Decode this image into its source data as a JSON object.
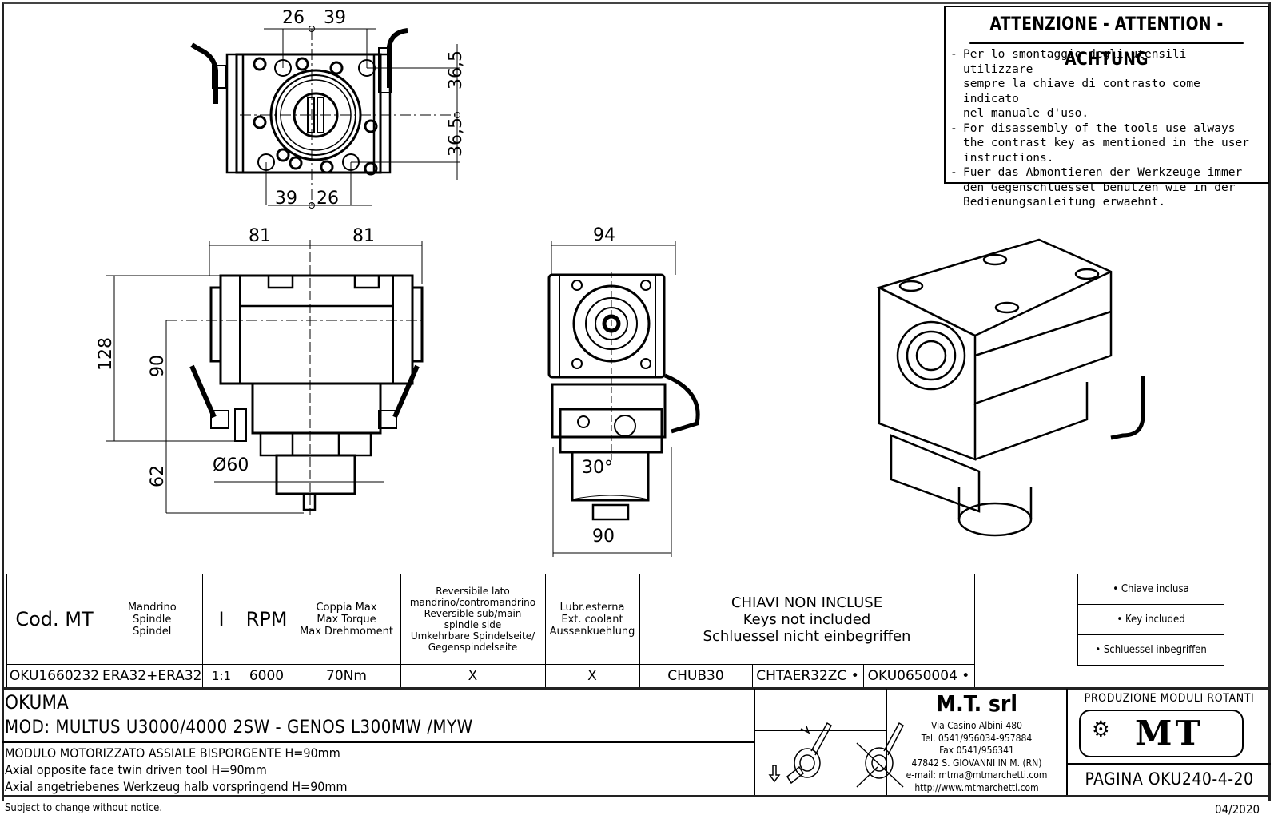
{
  "warning": {
    "title": "ATTENZIONE - ATTENTION - ACHTUNG",
    "items": [
      {
        "lines": [
          "Per lo smontaggio degli utensili utilizzare",
          "sempre la chiave di contrasto come indicato",
          "nel manuale d'uso."
        ]
      },
      {
        "lines": [
          "For disassembly of the tools use always",
          "the contrast key as mentioned in the user",
          "instructions."
        ]
      },
      {
        "lines": [
          "Fuer das Abmontieren der Werkzeuge immer",
          "den Gegenschluessel benutzen wie in der",
          "Bedienungsanleitung erwaehnt."
        ]
      }
    ]
  },
  "dimensions": {
    "top_view": {
      "top_left": "26",
      "top_right": "39",
      "bottom_left": "39",
      "bottom_right": "26",
      "right_upper": "36,5",
      "right_lower": "36,5"
    },
    "front_view": {
      "width_left": "81",
      "width_right": "81",
      "height_total": "128",
      "center_height": "90",
      "shank_length": "62",
      "shank_diameter": "Ø60"
    },
    "side_view": {
      "width_top": "94",
      "width_bottom": "90",
      "angle": "30°"
    }
  },
  "spec_table": {
    "headers": {
      "code": "Cod. MT",
      "spindle": [
        "Mandrino",
        "Spindle",
        "Spindel"
      ],
      "ratio": "I",
      "rpm": "RPM",
      "torque": [
        "Coppia Max",
        "Max Torque",
        "Max Drehmoment"
      ],
      "reversible": [
        "Reversibile lato",
        "mandrino/contromandrino",
        "Reversible sub/main",
        "spindle side",
        "Umkehrbare Spindelseite/",
        "Gegenspindelseite"
      ],
      "coolant": [
        "Lubr.esterna",
        "Ext. coolant",
        "Aussenkuehlung"
      ],
      "keys": [
        "CHIAVI NON INCLUSE",
        "Keys not included",
        "Schluessel nicht einbegriffen"
      ]
    },
    "row": {
      "code": "OKU1660232",
      "spindle": "ERA32+ERA32",
      "ratio": "1:1",
      "rpm": "6000",
      "torque": "70Nm",
      "reversible": "X",
      "coolant": "X",
      "key1": "CHUB30",
      "key2": "CHTAER32ZC •",
      "key3": "OKU0650004 •"
    }
  },
  "keys_legend": [
    "• Chiave inclusa",
    "• Key included",
    "• Schluessel inbegriffen"
  ],
  "title_block": {
    "brand": "OKUMA",
    "model": "MOD: MULTUS U3000/4000 2SW  - GENOS L300MW /MYW",
    "desc_it": "MODULO MOTORIZZATO ASSIALE BISPORGENTE H=90mm",
    "desc_en": "Axial opposite face twin driven tool H=90mm",
    "desc_de": "Axial angetriebenes Werkzeug halb vorspringend H=90mm",
    "company": "M.T. srl",
    "address": [
      "Via Casino Albini 480",
      "Tel. 0541/956034-957884",
      "Fax 0541/956341",
      "47842 S. GIOVANNI IN M. (RN)",
      "e-mail: mtma@mtmarchetti.com",
      "http://www.mtmarchetti.com"
    ],
    "production": "PRODUZIONE MODULI ROTANTI",
    "logo_text": "MT",
    "page": "PAGINA OKU240-4-20"
  },
  "footer": {
    "notice": "Subject to change without notice.",
    "date": "04/2020"
  }
}
